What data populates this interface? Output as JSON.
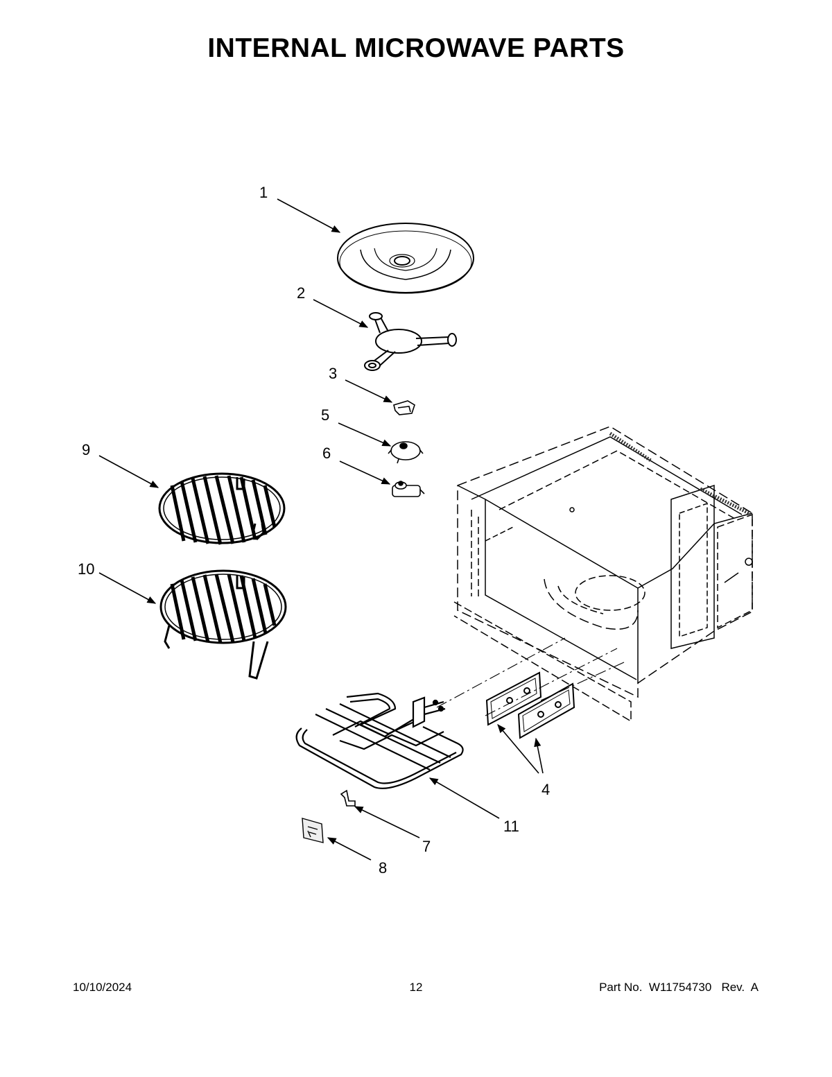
{
  "title": "INTERNAL MICROWAVE PARTS",
  "callouts": [
    {
      "id": "c1",
      "label": "1"
    },
    {
      "id": "c2",
      "label": "2"
    },
    {
      "id": "c3",
      "label": "3"
    },
    {
      "id": "c4",
      "label": "4"
    },
    {
      "id": "c5",
      "label": "5"
    },
    {
      "id": "c6",
      "label": "6"
    },
    {
      "id": "c7",
      "label": "7"
    },
    {
      "id": "c8",
      "label": "8"
    },
    {
      "id": "c9",
      "label": "9"
    },
    {
      "id": "c10",
      "label": "10"
    },
    {
      "id": "c11",
      "label": "11"
    }
  ],
  "footer": {
    "date": "10/10/2024",
    "page": "12",
    "part": "Part No.  W11754730   Rev.  A"
  }
}
